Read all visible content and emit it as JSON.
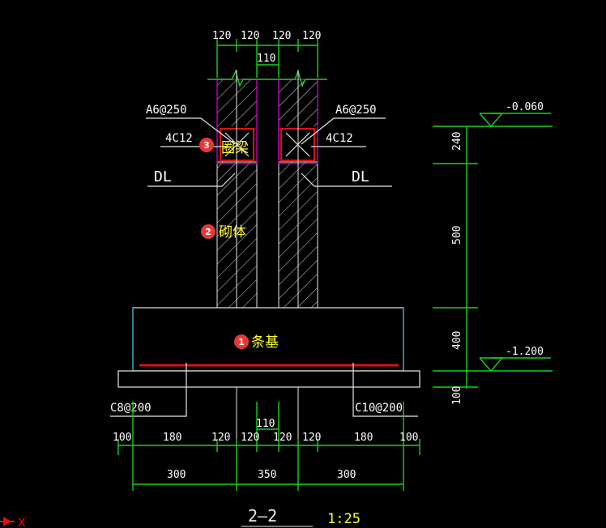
{
  "dims": {
    "top": [
      "120",
      "120",
      "120",
      "120"
    ],
    "top_center": "110",
    "bottom_row": [
      "100",
      "180",
      "120",
      "120",
      "120",
      "120",
      "180",
      "100"
    ],
    "bottom_center": "110",
    "bottom_totals": [
      "300",
      "350",
      "300"
    ],
    "right": [
      "240",
      "500",
      "400",
      "100"
    ]
  },
  "elevations": {
    "top": "-0.060",
    "bottom": "-1.200"
  },
  "labels": {
    "stirrup_left": "A6@250",
    "stirrup_right": "A6@250",
    "rebar_left": "4C12",
    "rebar_right": "4C12",
    "dl_left": "DL",
    "dl_right": "DL",
    "footing_left": "C8@200",
    "footing_right": "C10@200"
  },
  "callouts": [
    {
      "num": "1",
      "text": "条基"
    },
    {
      "num": "2",
      "text": "砌体"
    },
    {
      "num": "3",
      "text": "圈梁"
    }
  ],
  "section": {
    "title": "2—2",
    "scale": "1:25"
  },
  "axis": {
    "x": "X"
  },
  "colors": {
    "dim": "#19d219",
    "line": "#e8e8e8",
    "beam": "#e000e0",
    "rebar": "#e01010",
    "callout": "#ffff33",
    "badge": "#e53935"
  }
}
